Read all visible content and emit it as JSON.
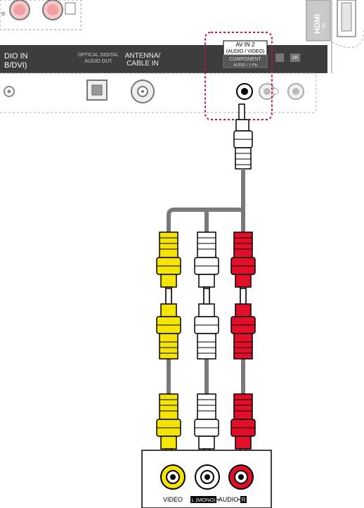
{
  "panel": {
    "audio_in_line1": "DIO IN",
    "audio_in_line2": "B/DVI)",
    "optical_line1": "OPTICAL DIGITAL",
    "optical_line2": "AUDIO OUT",
    "antenna_line1": "ANTENNA/",
    "antenna_line2": "CABLE IN",
    "av_in_line1": "AV IN 2",
    "av_in_line2": "(AUDIO / VIDEO)",
    "component_line1": "COMPONENT",
    "component_line2": "AUDIO / Y  Pb",
    "ir_label": "I/R",
    "hdmi_label": "HDMI",
    "in_label": "IN"
  },
  "device": {
    "video_label": "VIDEO",
    "mono_label": "L (MONO)",
    "audio_label": "AUDIO",
    "r_label": "R"
  },
  "colors": {
    "panel_dark": "#3d3d3d",
    "highlight": "#c8143c",
    "yellow": "#f5e400",
    "red": "#e30e2a",
    "white": "#ffffff",
    "cable_gray": "#7a7a7a"
  }
}
